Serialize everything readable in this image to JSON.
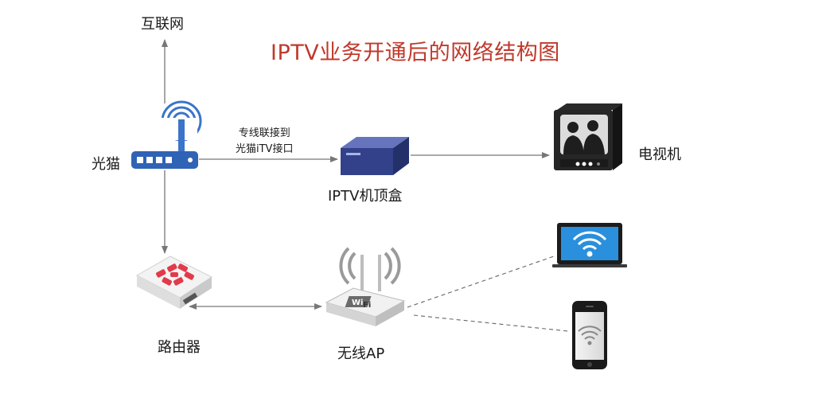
{
  "title": "IPTV业务开通后的网络结构图",
  "nodes": {
    "internet": "互联网",
    "optical_modem": "光猫",
    "set_top_box": "IPTV机顶盒",
    "tv": "电视机",
    "router": "路由器",
    "wireless_ap": "无线AP",
    "laptop": "",
    "phone": ""
  },
  "edges": {
    "modem_to_stb_line1": "专线联接到",
    "modem_to_stb_line2": "光猫iTV接口"
  },
  "icons": {
    "optical_modem": "wireless-modem-icon",
    "set_top_box": "set-top-box-icon",
    "tv": "crt-television-icon",
    "router": "router-icon",
    "wireless_ap": "wifi-access-point-icon",
    "laptop": "laptop-wifi-icon",
    "phone": "smartphone-wifi-icon"
  },
  "colors": {
    "title": "#c0392b",
    "modem_blue": "#3b74c9",
    "stb_blue": "#2f3f86",
    "router_red": "#e23a4c",
    "laptop_screen": "#2a8fdc",
    "line": "#777777"
  }
}
